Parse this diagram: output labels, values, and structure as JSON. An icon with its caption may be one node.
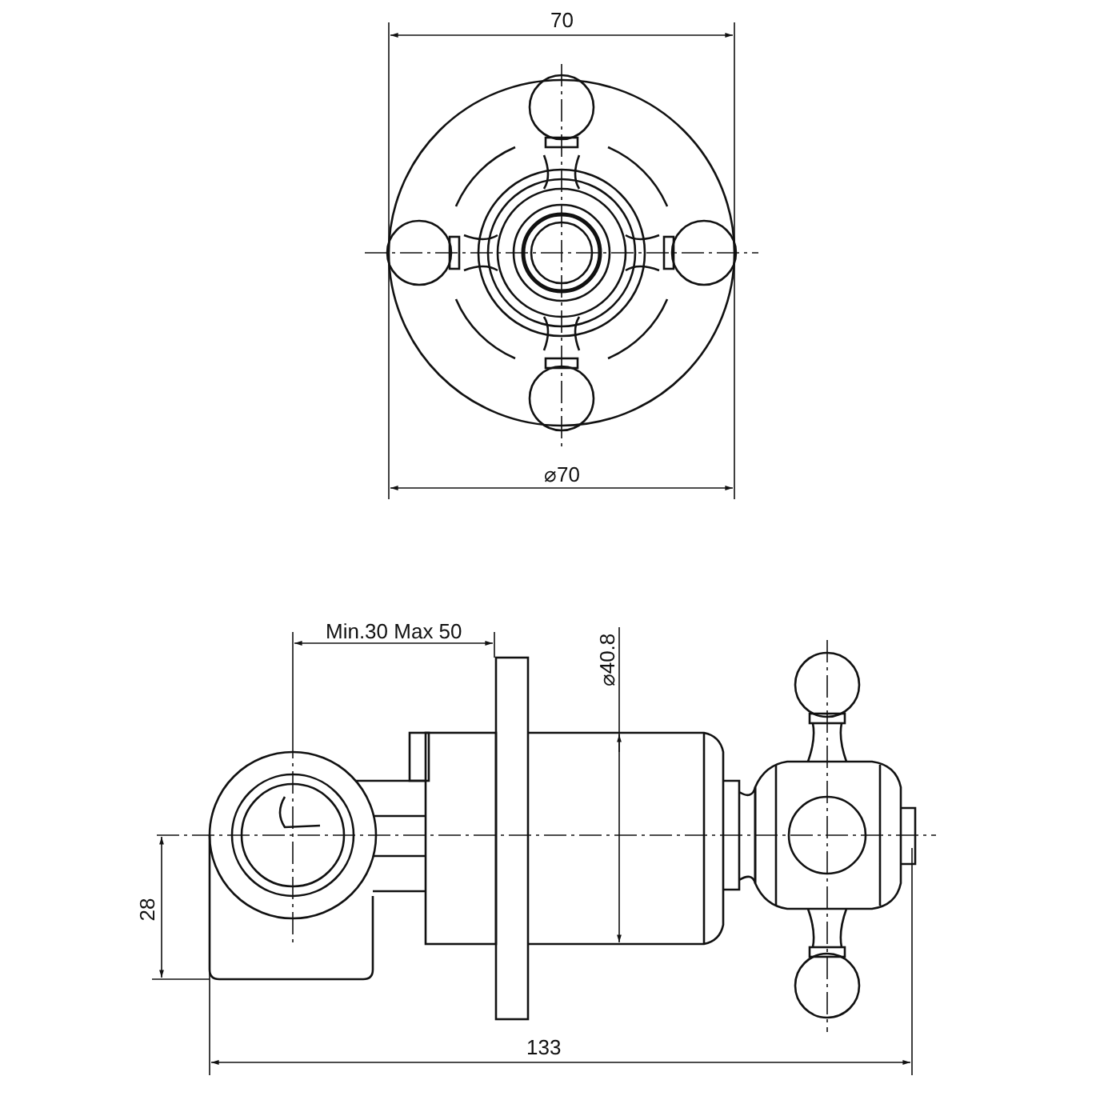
{
  "diagram": {
    "labels": [
      "70",
      "⌀70",
      "Min.30 Max 50",
      "⌀40.8",
      "28",
      "133"
    ]
  }
}
